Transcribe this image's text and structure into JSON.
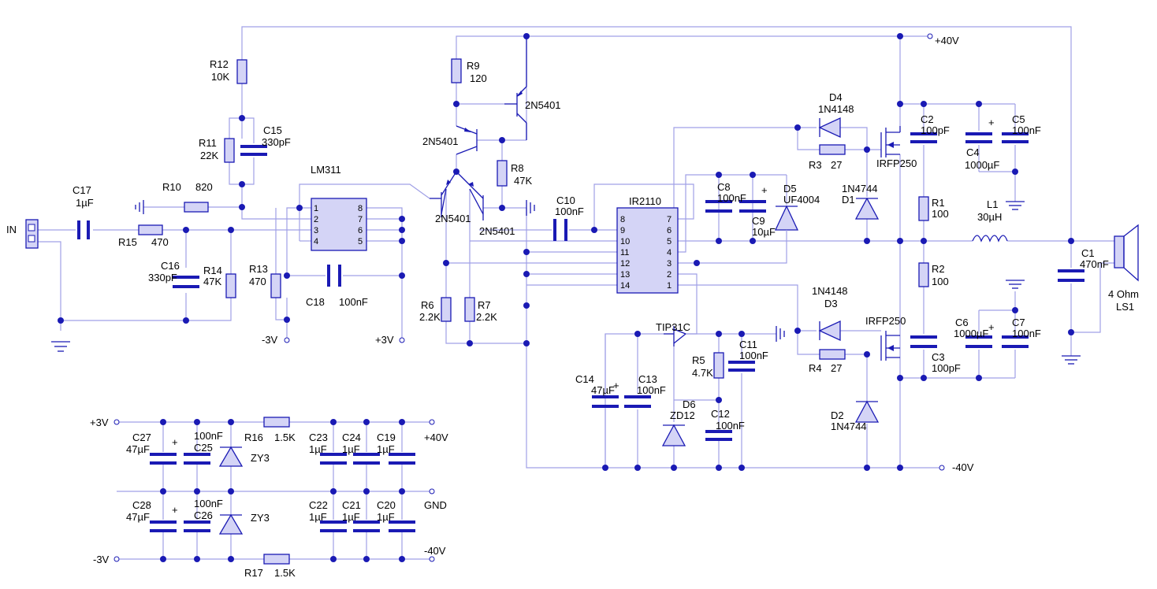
{
  "diagram": {
    "labels": {
      "IN": "IN",
      "C17_r": "C17",
      "C17_v": "1µF",
      "R10_r": "R10",
      "R10_v": "820",
      "R15_r": "R15",
      "R15_v": "470",
      "R12_r": "R12",
      "R12_v": "10K",
      "R11_r": "R11",
      "R11_v": "22K",
      "C15_r": "C15",
      "C15_v": "330pF",
      "C16_r": "C16",
      "C16_v": "330pF",
      "R14_r": "R14",
      "R14_v": "47K",
      "R13_r": "R13",
      "R13_v": "470",
      "U1": "LM311",
      "C18_r": "C18",
      "C18_v": "100nF",
      "neg3_a": "-3V",
      "pos3_a": "+3V",
      "R9_r": "R9",
      "R9_v": "120",
      "Q_a": "2N5401",
      "Q_b": "2N5401",
      "Q_c": "2N5401",
      "Q_d": "2N5401",
      "R8_r": "R8",
      "R8_v": "47K",
      "R6_r": "R6",
      "R6_v": "2.2K",
      "R7_r": "R7",
      "R7_v": "2.2K",
      "C10_r": "C10",
      "C10_v": "100nF",
      "U2": "IR2110",
      "C8_r": "C8",
      "C8_v": "100nF",
      "C9_r": "C9",
      "C9_v": "10µF",
      "D5_r": "D5",
      "D5_v": "UF4004",
      "D4_r": "D4",
      "D4_v": "1N4148",
      "R3_r": "R3",
      "R3_v": "27",
      "D1_r": "D1",
      "D1_v": "1N4744",
      "Q_hi": "IRFP250",
      "C2_r": "C2",
      "C2_v": "100pF",
      "C4_r": "C4",
      "C4_v": "1000µF",
      "C5_r": "C5",
      "C5_v": "100nF",
      "R1_r": "R1",
      "R1_v": "100",
      "L1_r": "L1",
      "L1_v": "30µH",
      "plus40": "+40V",
      "R2_r": "R2",
      "R2_v": "100",
      "C1_r": "C1",
      "C1_v": "470nF",
      "LS1_v": "4 Ohm",
      "LS1_r": "LS1",
      "D3_v": "1N4148",
      "D3_r": "D3",
      "Q_lo": "IRFP250",
      "R4_r": "R4",
      "R4_v": "27",
      "C6_r": "C6",
      "C6_v": "1000µF",
      "C7_r": "C7",
      "C7_v": "100nF",
      "C3_r": "C3",
      "C3_v": "100pF",
      "D2_r": "D2",
      "D2_v": "1N4744",
      "minus40": "-40V",
      "TIP": "TIP31C",
      "R5_r": "R5",
      "R5_v": "4.7K",
      "C11_r": "C11",
      "C11_v": "100nF",
      "C14_r": "C14",
      "C14_v": "47µF",
      "C13_r": "C13",
      "C13_v": "100nF",
      "D6_r": "D6",
      "D6_v": "ZD12",
      "C12_r": "C12",
      "C12_v": "100nF",
      "ps_p3": "+3V",
      "ps_m3": "-3V",
      "C27_r": "C27",
      "C27_v": "47µF",
      "C25_r": "C25",
      "C25_v": "100nF",
      "R16_r": "R16",
      "R16_v": "1.5K",
      "ZY3_a": "ZY3",
      "ZY3_b": "ZY3",
      "C23_r": "C23",
      "C23_v": "1µF",
      "C24_r": "C24",
      "C24_v": "1µF",
      "C19_r": "C19",
      "C19_v": "1µF",
      "ps_p40": "+40V",
      "C28_r": "C28",
      "C28_v": "47µF",
      "C26_r": "C26",
      "C26_v": "100nF",
      "C22_r": "C22",
      "C22_v": "1µF",
      "C21_r": "C21",
      "C21_v": "1µF",
      "C20_r": "C20",
      "C20_v": "1µF",
      "ps_gnd": "GND",
      "ps_m40": "-40V",
      "R17_r": "R17",
      "R17_v": "1.5K",
      "plus_a": "+",
      "plus_b": "+",
      "plus_c": "+",
      "plus_d": "+",
      "plus_e": "+",
      "plus_f": "+",
      "plus_g": "+"
    },
    "pins": {
      "lm_1": "1",
      "lm_2": "2",
      "lm_3": "3",
      "lm_4": "4",
      "lm_8": "8",
      "lm_7": "7",
      "lm_6": "6",
      "lm_5": "5",
      "ir_8": "8",
      "ir_9": "9",
      "ir_10": "10",
      "ir_11": "11",
      "ir_12": "12",
      "ir_13": "13",
      "ir_14": "14",
      "ir_7": "7",
      "ir_6": "6",
      "ir_5": "5",
      "ir_4": "4",
      "ir_3": "3",
      "ir_2": "2",
      "ir_1": "1"
    }
  }
}
